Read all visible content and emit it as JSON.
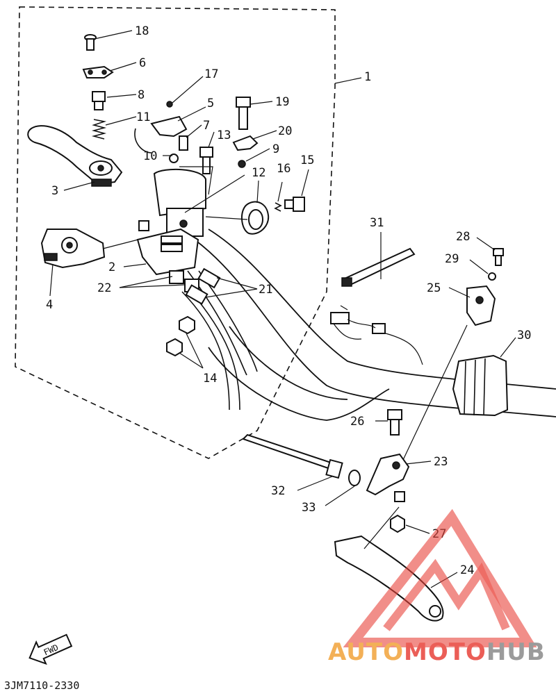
{
  "diagram": {
    "callouts": [
      {
        "id": "18",
        "label": "18"
      },
      {
        "id": "6",
        "label": "6"
      },
      {
        "id": "8",
        "label": "8"
      },
      {
        "id": "11",
        "label": "11"
      },
      {
        "id": "3",
        "label": "3"
      },
      {
        "id": "17",
        "label": "17"
      },
      {
        "id": "5",
        "label": "5"
      },
      {
        "id": "7",
        "label": "7"
      },
      {
        "id": "13",
        "label": "13"
      },
      {
        "id": "10",
        "label": "10"
      },
      {
        "id": "19",
        "label": "19"
      },
      {
        "id": "20",
        "label": "20"
      },
      {
        "id": "9",
        "label": "9"
      },
      {
        "id": "1",
        "label": "1"
      },
      {
        "id": "15",
        "label": "15"
      },
      {
        "id": "16",
        "label": "16"
      },
      {
        "id": "12",
        "label": "12"
      },
      {
        "id": "4",
        "label": "4"
      },
      {
        "id": "2",
        "label": "2"
      },
      {
        "id": "22",
        "label": "22"
      },
      {
        "id": "21",
        "label": "21"
      },
      {
        "id": "14",
        "label": "14"
      },
      {
        "id": "31",
        "label": "31"
      },
      {
        "id": "28",
        "label": "28"
      },
      {
        "id": "29",
        "label": "29"
      },
      {
        "id": "25",
        "label": "25"
      },
      {
        "id": "30",
        "label": "30"
      },
      {
        "id": "26",
        "label": "26"
      },
      {
        "id": "23",
        "label": "23"
      },
      {
        "id": "32",
        "label": "32"
      },
      {
        "id": "33",
        "label": "33"
      },
      {
        "id": "27",
        "label": "27"
      },
      {
        "id": "24",
        "label": "24"
      }
    ],
    "fwd_label": "FWD",
    "drawing_code": "3JM7110-2330"
  },
  "watermark": {
    "part1": "AUTO",
    "part2": "MOTO",
    "part3": "HUB",
    "color_red": "#e8433a",
    "color_orange": "#f2a33a",
    "color_dark": "#8a8a8a"
  }
}
